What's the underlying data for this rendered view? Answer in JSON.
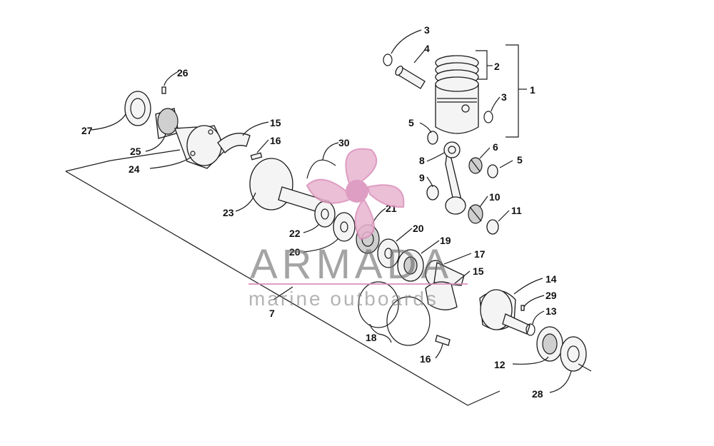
{
  "diagram": {
    "callouts": [
      "1",
      "2",
      "3",
      "3",
      "4",
      "5",
      "5",
      "6",
      "7",
      "8",
      "9",
      "10",
      "11",
      "12",
      "13",
      "14",
      "15",
      "15",
      "16",
      "16",
      "17",
      "18",
      "19",
      "20",
      "20",
      "21",
      "22",
      "23",
      "24",
      "25",
      "26",
      "27",
      "28",
      "29",
      "30"
    ]
  },
  "watermark": {
    "brand": "ARMADA",
    "tagline": "marine outboards",
    "accent_color": "#d98cb8"
  }
}
